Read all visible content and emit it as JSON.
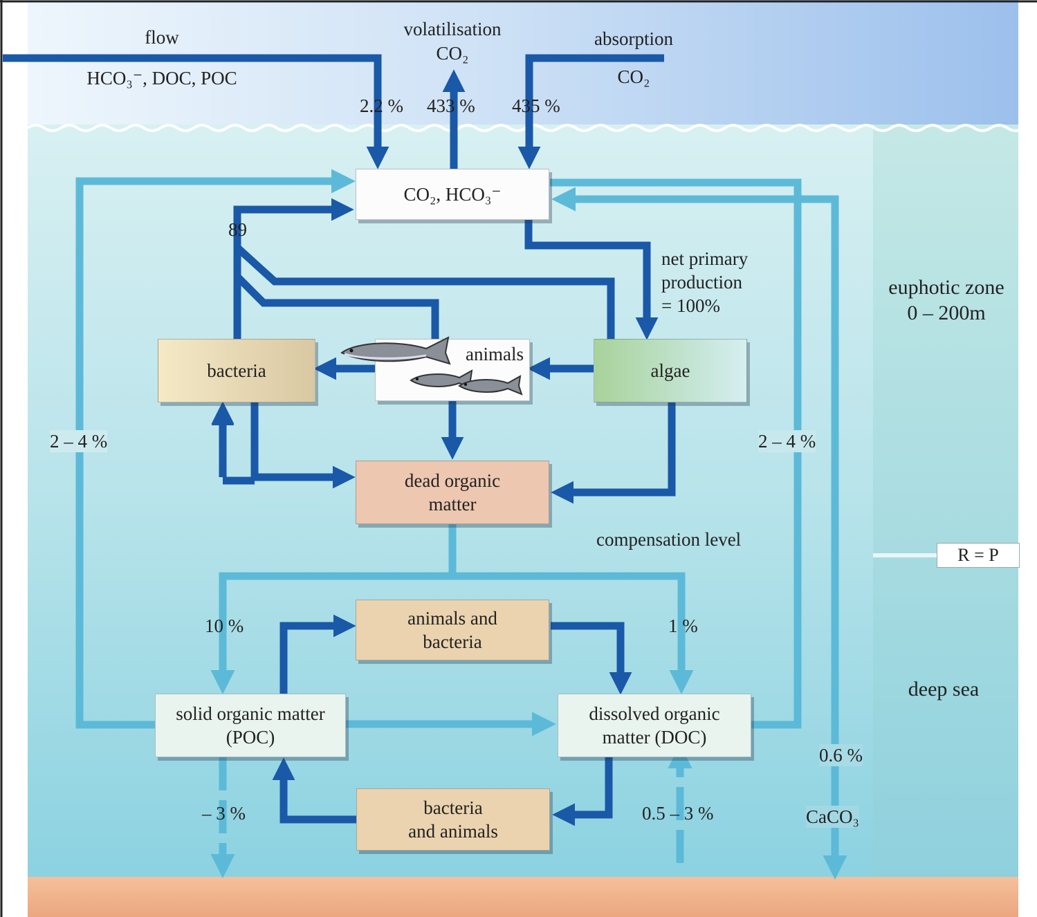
{
  "inputs": {
    "flow_label": "flow",
    "flow_species": "HCO₃⁻, DOC, POC",
    "volatilisation_label": "volatilisation",
    "volatilisation_species": "CO₂",
    "absorption_label": "absorption",
    "absorption_species": "CO₂",
    "flow_percent": "2.2 %",
    "volatilisation_percent": "433 %",
    "absorption_percent": "435 %"
  },
  "boxes": {
    "co2_hco3": "CO₂, HCO₃⁻",
    "bacteria": "bacteria",
    "animals": "animals",
    "algae": "algae",
    "dead_organic_matter": [
      "dead organic",
      "matter"
    ],
    "animals_and_bacteria": [
      "animals and",
      "bacteria"
    ],
    "solid_organic_matter": [
      "solid organic matter",
      "(POC)"
    ],
    "dissolved_organic_matter": [
      "dissolved organic",
      "matter (DOC)"
    ],
    "bacteria_and_animals": [
      "bacteria",
      "and animals"
    ]
  },
  "labels": {
    "respiration_89": "89",
    "net_primary_production": [
      "net primary",
      "production",
      "= 100%"
    ],
    "left_return": "2 – 4 %",
    "right_return": "2 – 4 %",
    "compensation_level": "compensation level",
    "to_poc": "10 %",
    "to_doc": "1 %",
    "poc_sink": "– 3 %",
    "doc_input": "0.5 – 3 %",
    "caco3_percent": "0.6 %",
    "caco3": "CaCO₃"
  },
  "zones": {
    "euphotic_zone": [
      "euphotic zone",
      "0 – 200m"
    ],
    "deep_sea": "deep sea",
    "r_equals_p": "R = P"
  },
  "colors": {
    "dark_arrow": "#1a58a8",
    "light_arrow": "#5cbad8",
    "sea_surface": "#cdeaf0",
    "sea_deep": "#86cfe0",
    "sediment": "#f2b48a",
    "sky": "#bcd4f0"
  }
}
